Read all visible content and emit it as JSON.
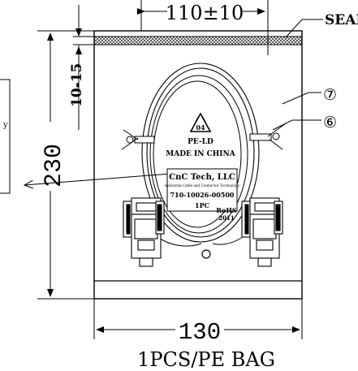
{
  "dims": {
    "top_width": "110±10",
    "seal": "SEAL",
    "seal_band": "10-15",
    "height": "230",
    "width": "130",
    "packing": "1PCS/PE BAG"
  },
  "callouts": {
    "seven": "⑦",
    "six": "⑥"
  },
  "recycle": {
    "code": "04",
    "material": "PE-LD",
    "origin": "MADE IN CHINA"
  },
  "label": {
    "company": "CnC Tech, LLC",
    "tagline": "Industrial Cable and Connector Technology",
    "part_number": "710-10026-00500",
    "qty": "1PC",
    "rohs_line1": "RoHS",
    "rohs_line2": "2011"
  },
  "side_note": "y"
}
